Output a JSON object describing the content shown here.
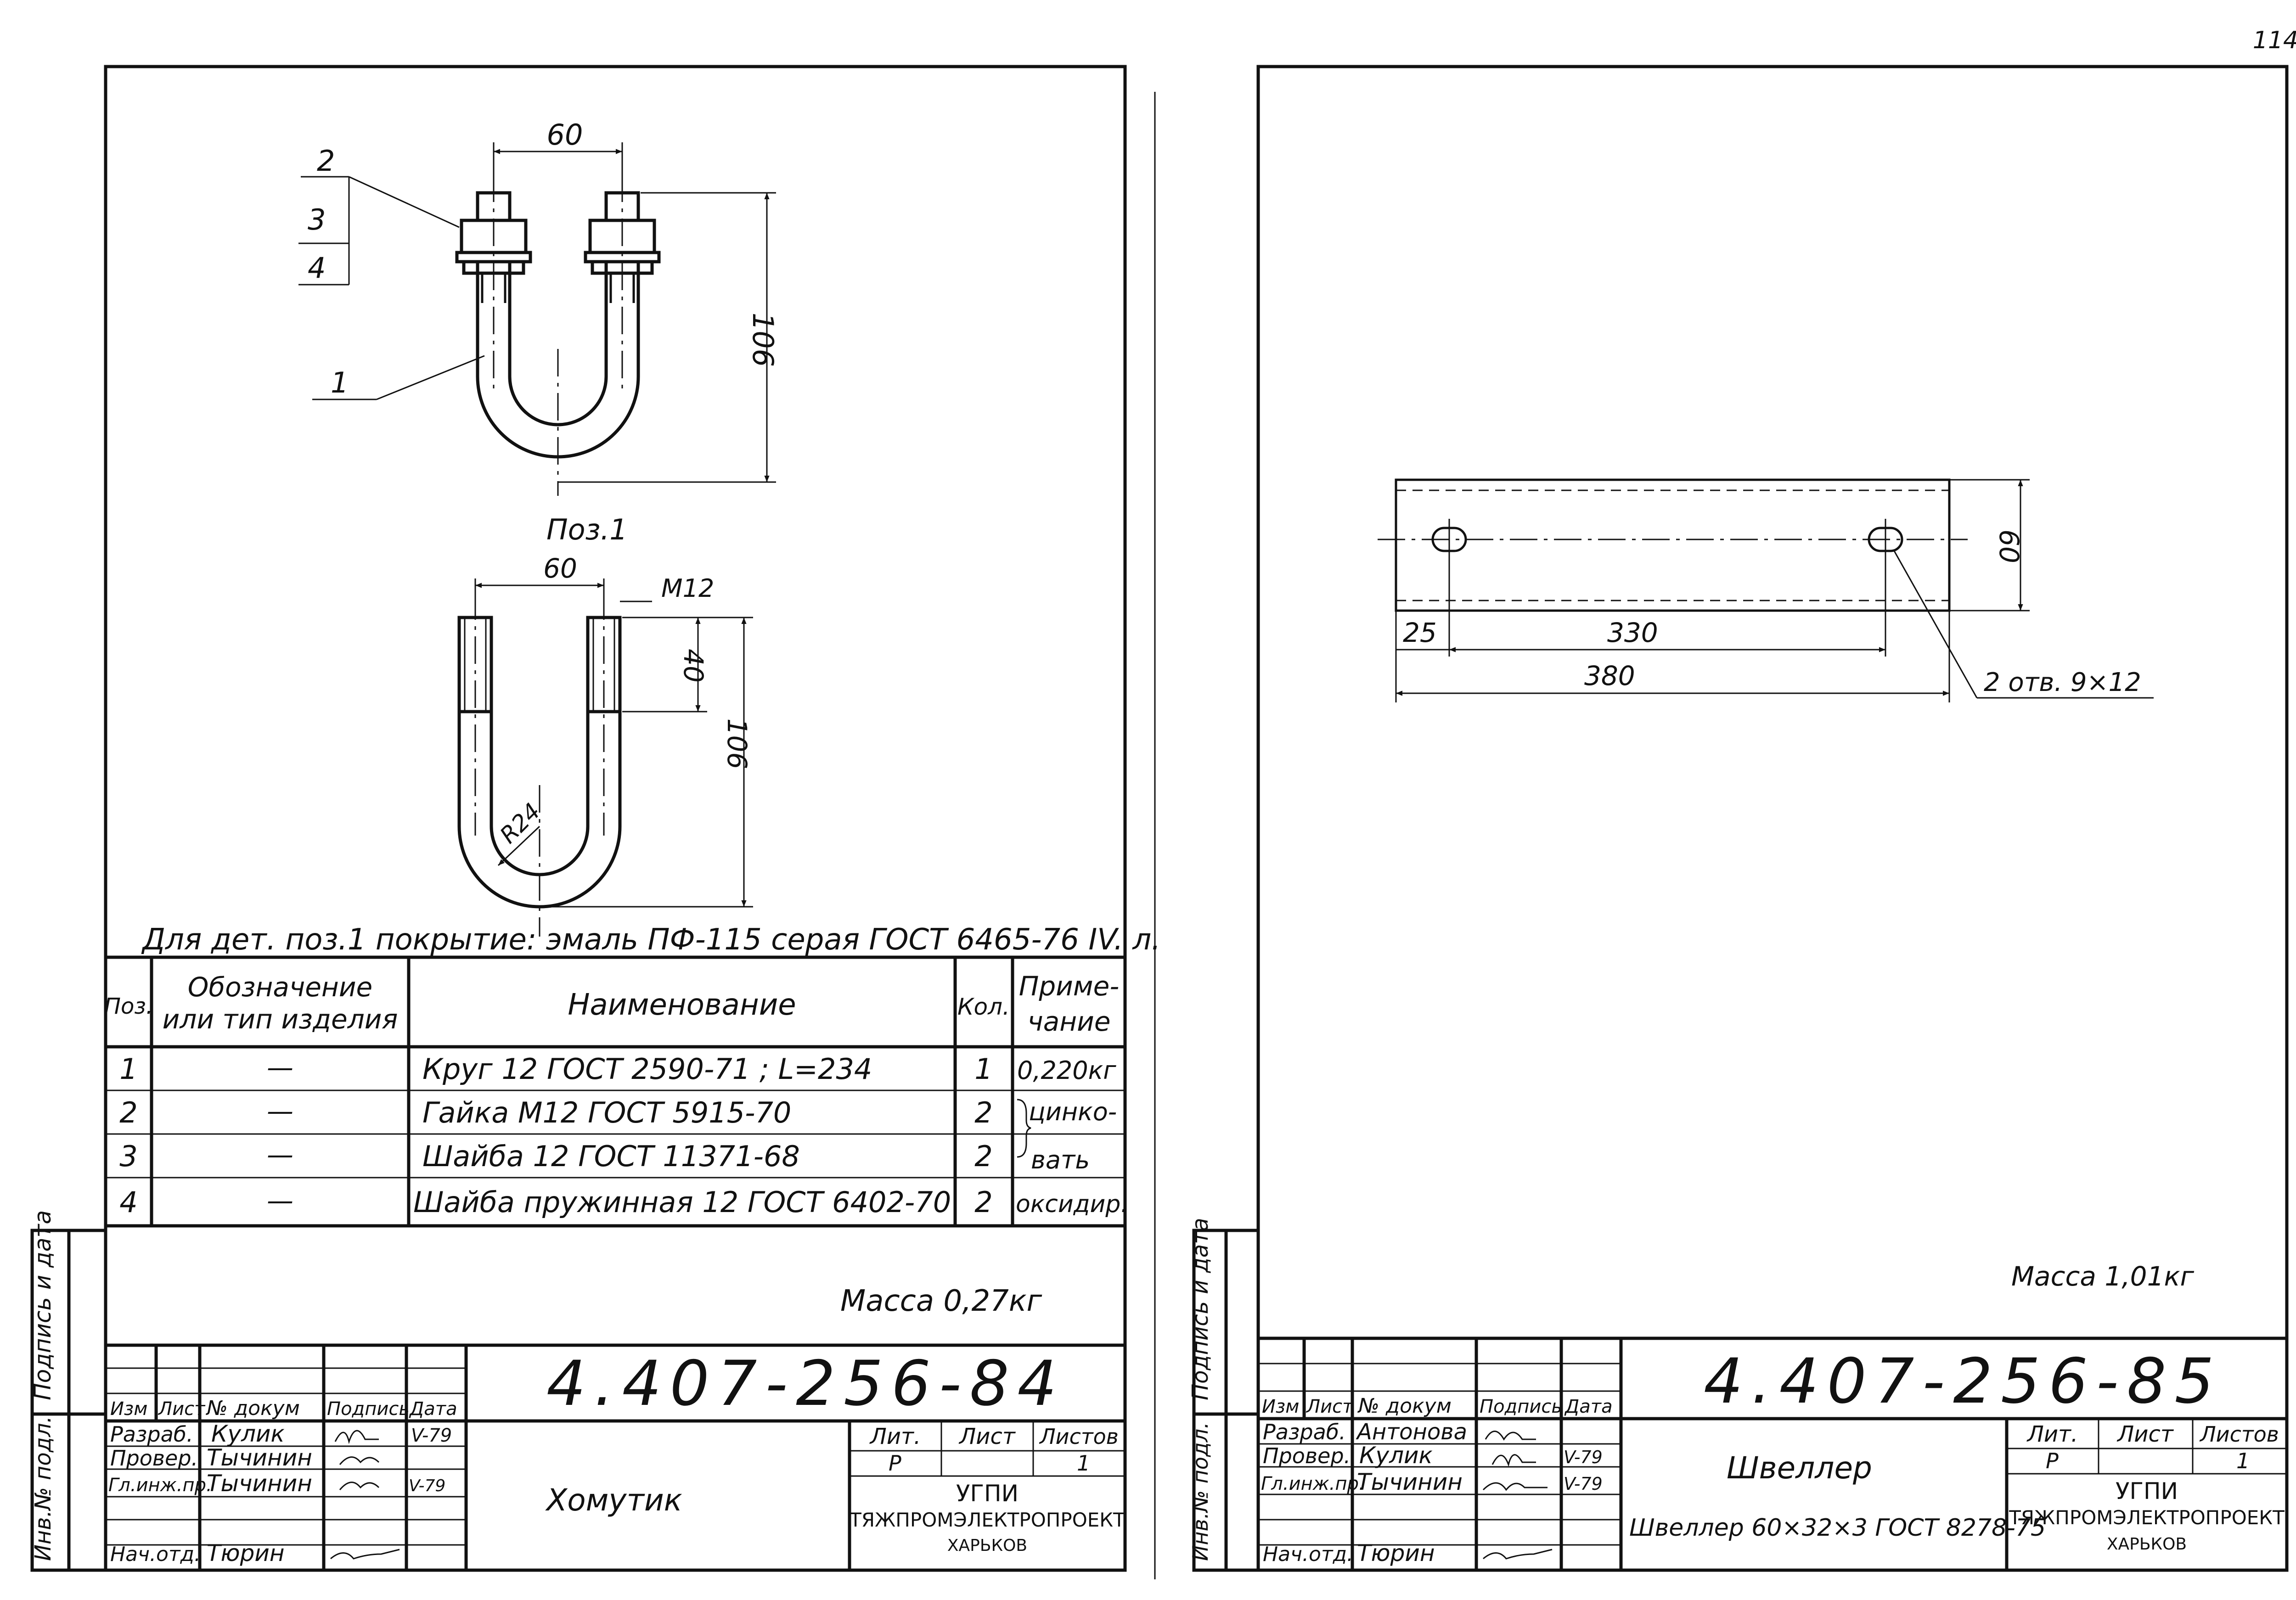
{
  "page_number": "114",
  "left_sheet": {
    "callouts": [
      "2",
      "3",
      "4",
      "1"
    ],
    "assembly_dims": {
      "width": "60",
      "height": "106"
    },
    "detail_title": "Поз.1",
    "detail_dims": {
      "width": "60",
      "thread": "M12",
      "thread_len": "40",
      "height": "106",
      "radius": "R24"
    },
    "coating_note": "Для дет. поз.1 покрытие: эмаль ПФ-115 серая ГОСТ 6465-76 IV. л.",
    "spec_headers": {
      "pos": "Поз.",
      "designation_1": "Обозначение",
      "designation_2": "или тип изделия",
      "name": "Наименование",
      "qty": "Кол.",
      "note_1": "Приме-",
      "note_2": "чание"
    },
    "spec_rows": [
      {
        "pos": "1",
        "designation": "—",
        "name": "Круг 12 ГОСТ 2590-71 ; L=234",
        "qty": "1",
        "note": "0,220кг"
      },
      {
        "pos": "2",
        "designation": "—",
        "name": "Гайка М12 ГОСТ 5915-70",
        "qty": "2",
        "note": "цинко-"
      },
      {
        "pos": "3",
        "designation": "—",
        "name": "Шайба 12 ГОСТ 11371-68",
        "qty": "2",
        "note": "вать"
      },
      {
        "pos": "4",
        "designation": "—",
        "name": "Шайба пружинная 12 ГОСТ 6402-70",
        "qty": "2",
        "note": "оксидир."
      }
    ],
    "mass": "Масса 0,27кг",
    "side_labels": {
      "sign": "Подпись и дата",
      "inv": "Инв.№ подл."
    },
    "title_block": {
      "doc_number": "4.407-256-84",
      "header_cells": [
        "Изм",
        "Лист",
        "№ докум",
        "Подпись",
        "Дата"
      ],
      "roles": [
        "Разраб.",
        "Провер.",
        "Гл.инж.пр.",
        "Нач.отд."
      ],
      "names": [
        "Кулик",
        "Тычинин",
        "Тычинин",
        "Тюрин"
      ],
      "dates": [
        "V-79",
        "",
        "V-79",
        ""
      ],
      "item_name": "Хомутик",
      "lit_label": "Лит.",
      "sheet_label": "Лист",
      "sheets_label": "Листов",
      "lit_value": "Р",
      "sheets_value": "1",
      "org_1": "УГПИ",
      "org_2": "ТЯЖПРОМЭЛЕКТРОПРОЕКТ",
      "org_3": "ХАРЬКОВ"
    }
  },
  "right_sheet": {
    "dims": {
      "height": "60",
      "edge": "25",
      "between": "330",
      "length": "380",
      "holes": "2 отв. 9×12"
    },
    "mass": "Масса 1,01кг",
    "side_labels": {
      "sign": "Подпись и дата",
      "inv": "Инв.№ подл."
    },
    "title_block": {
      "doc_number": "4.407-256-85",
      "header_cells": [
        "Изм",
        "Лист",
        "№ докум",
        "Подпись",
        "Дата"
      ],
      "roles": [
        "Разраб.",
        "Провер.",
        "Гл.инж.пр.",
        "Нач.отд."
      ],
      "names": [
        "Антонова",
        "Кулик",
        "Тычинин",
        "Тюрин"
      ],
      "dates": [
        "",
        "V-79",
        "V-79",
        ""
      ],
      "item_name": "Швеллер",
      "item_spec": "Швеллер 60×32×3 ГОСТ 8278-75",
      "lit_label": "Лит.",
      "sheet_label": "Лист",
      "sheets_label": "Листов",
      "lit_value": "Р",
      "sheets_value": "1",
      "org_1": "УГПИ",
      "org_2": "ТЯЖПРОМЭЛЕКТРОПРОЕКТ",
      "org_3": "ХАРЬКОВ"
    }
  }
}
